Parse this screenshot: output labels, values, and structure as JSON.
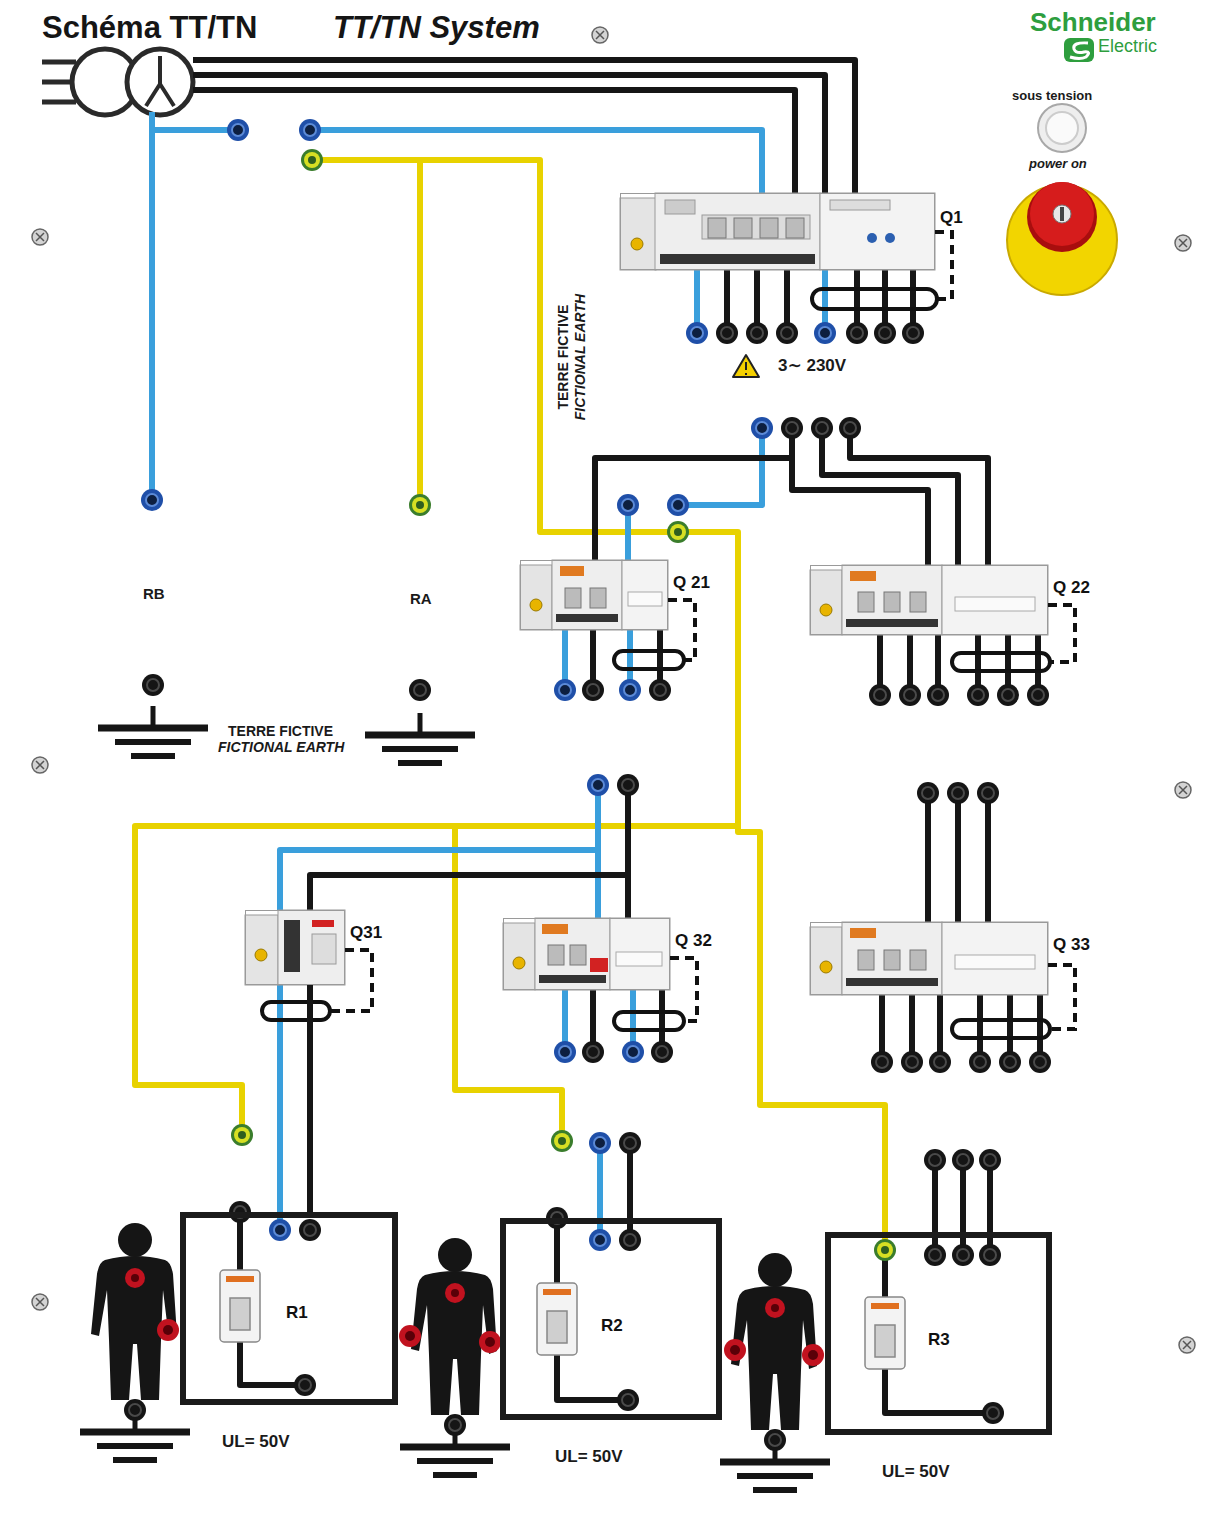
{
  "diagram": {
    "title": "Schéma TT/TN",
    "nodes": [
      {
        "text": [
          "Q1"
        ]
      },
      {
        "text": [
          "Q 21"
        ]
      },
      {
        "text": [
          "Q 22"
        ]
      },
      {
        "text": [
          "Q31"
        ]
      },
      {
        "text": [
          "Q 32"
        ]
      },
      {
        "text": [
          "Q 33"
        ]
      },
      {
        "text": [
          "R1"
        ]
      },
      {
        "text": [
          "R2"
        ]
      },
      {
        "text": [
          "R3"
        ]
      }
    ],
    "edges": [
      {
        "from": 3,
        "to": 6,
        "arrow": "none"
      }
    ],
    "labels": [
      "TT/TN System",
      "Schneider",
      "Electric",
      "sous tension",
      "power on",
      "3∼ 230V",
      "TERRE FICTIVE",
      "FICTIONAL EARTH",
      "RB",
      "RA",
      "TERRE FICTIVE",
      "FICTIONAL EARTH",
      "UL= 50V",
      "UL= 50V",
      "UL= 50V"
    ]
  }
}
